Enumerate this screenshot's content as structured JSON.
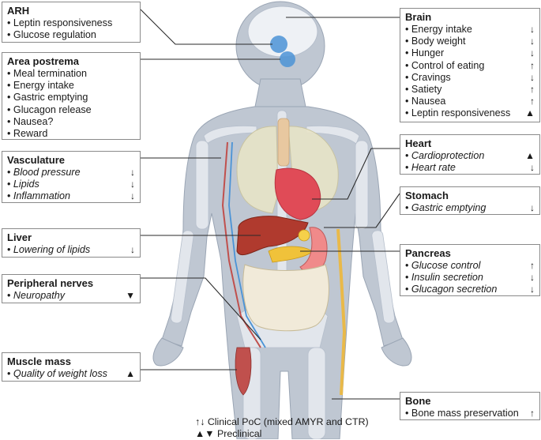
{
  "colors": {
    "body": "#bfc7d2",
    "body_edge": "#9aa5b4",
    "skeleton": "#e2e6ec",
    "brain": "#eef1f5",
    "highlight": "#4b93d6",
    "heart": "#e04b57",
    "liver": "#b03a2e",
    "pancreas": "#f0c23a",
    "stomach": "#f08a8a",
    "intestine": "#f1ead9",
    "nerve": "#e9b949",
    "muscle": "#c0504d"
  },
  "icons": {
    "up": "↑",
    "down": "↓",
    "tri_up": "▲",
    "tri_down": "▼"
  },
  "boxes": {
    "arh": {
      "title": "ARH",
      "items": [
        {
          "text": "Leptin responsiveness",
          "arrow": ""
        },
        {
          "text": "Glucose regulation",
          "arrow": ""
        }
      ]
    },
    "area_postrema": {
      "title": "Area postrema",
      "items": [
        {
          "text": "Meal termination",
          "arrow": ""
        },
        {
          "text": "Energy intake",
          "arrow": ""
        },
        {
          "text": "Gastric emptying",
          "arrow": ""
        },
        {
          "text": "Glucagon release",
          "arrow": ""
        },
        {
          "text": "Nausea?",
          "arrow": ""
        },
        {
          "text": "Reward",
          "arrow": ""
        }
      ]
    },
    "vasculature": {
      "title": "Vasculature",
      "items": [
        {
          "text": "Blood pressure",
          "arrow": "↓"
        },
        {
          "text": "Lipids",
          "arrow": "↓"
        },
        {
          "text": "Inflammation",
          "arrow": "↓"
        }
      ]
    },
    "liver": {
      "title": "Liver",
      "items": [
        {
          "text": "Lowering of lipids",
          "arrow": "↓"
        }
      ]
    },
    "peripheral_nerves": {
      "title": "Peripheral nerves",
      "items": [
        {
          "text": "Neuropathy",
          "arrow": "▼"
        }
      ]
    },
    "muscle_mass": {
      "title": "Muscle mass",
      "items": [
        {
          "text": "Quality of weight loss",
          "arrow": "▲"
        }
      ]
    },
    "brain": {
      "title": "Brain",
      "items": [
        {
          "text": "Energy intake",
          "arrow": "↓"
        },
        {
          "text": "Body weight",
          "arrow": "↓"
        },
        {
          "text": "Hunger",
          "arrow": "↓"
        },
        {
          "text": "Control of eating",
          "arrow": "↑"
        },
        {
          "text": "Cravings",
          "arrow": "↓"
        },
        {
          "text": "Satiety",
          "arrow": "↑"
        },
        {
          "text": "Nausea",
          "arrow": "↑"
        },
        {
          "text": "Leptin responsiveness",
          "arrow": "▲"
        }
      ]
    },
    "heart": {
      "title": "Heart",
      "items": [
        {
          "text": "Cardioprotection",
          "arrow": "▲"
        },
        {
          "text": "Heart rate",
          "arrow": "↓"
        }
      ]
    },
    "stomach": {
      "title": "Stomach",
      "items": [
        {
          "text": "Gastric emptying",
          "arrow": "↓"
        }
      ]
    },
    "pancreas": {
      "title": "Pancreas",
      "items": [
        {
          "text": "Glucose control",
          "arrow": "↑"
        },
        {
          "text": "Insulin secretion",
          "arrow": "↓"
        },
        {
          "text": "Glucagon secretion",
          "arrow": "↓"
        }
      ]
    },
    "bone": {
      "title": "Bone",
      "items": [
        {
          "text": "Bone mass preservation",
          "arrow": "↑"
        }
      ]
    }
  },
  "legend": {
    "clinical": "↑↓ Clinical PoC (mixed AMYR and CTR)",
    "preclinical": "▲▼ Preclinical"
  }
}
